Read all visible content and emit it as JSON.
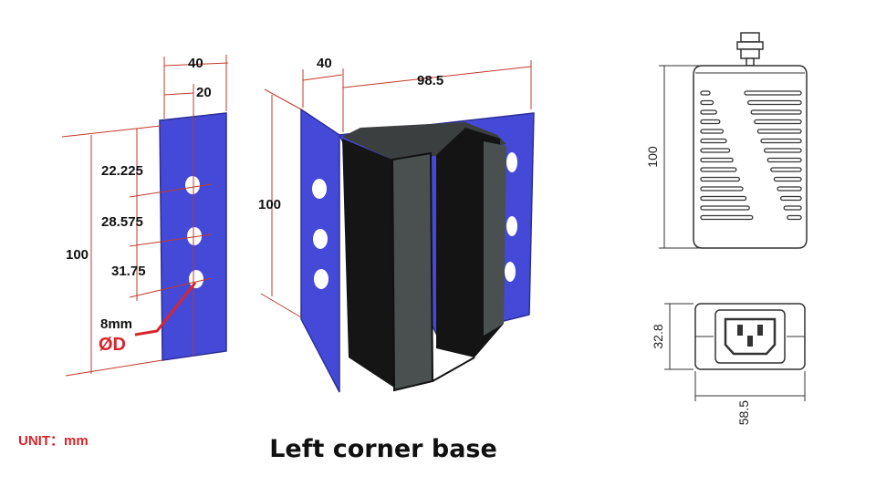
{
  "colors": {
    "plate": "#4549d8",
    "plate_edge": "#2d2f95",
    "body_dark": "#151515",
    "body_mid": "#4a4f4f",
    "accent_red": "#d9242b",
    "line": "#c0392b"
  },
  "side_view": {
    "width_outer": "40",
    "width_inner": "20",
    "height": "100",
    "hole_spacing_1": "22.225",
    "hole_spacing_2": "28.575",
    "hole_spacing_3": "31.75",
    "hole_size": "8mm",
    "hole_symbol": "ØD"
  },
  "iso_view": {
    "depth": "40",
    "width": "98.5",
    "height": "100"
  },
  "adapter_top_view": {
    "height": "100"
  },
  "adapter_front_view": {
    "height": "32.8",
    "width": "58.5"
  },
  "unit_label": "UNIT：mm",
  "caption": "Left corner base"
}
